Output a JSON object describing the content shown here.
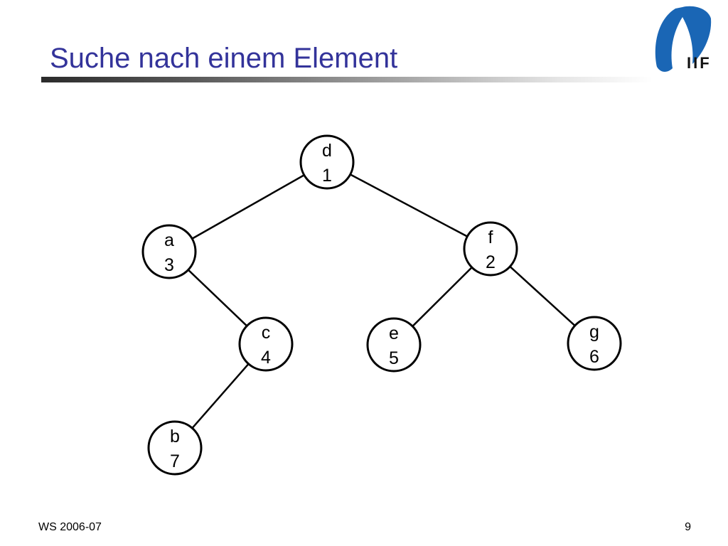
{
  "slide": {
    "title": "Suche nach einem Element",
    "logo_text": "IIF",
    "footer_left": "WS 2006-07",
    "page_number": "9"
  },
  "colors": {
    "title": "#33339a",
    "logo_blue": "#1a66b5",
    "node_stroke": "#000000"
  },
  "tree": {
    "nodes": [
      {
        "id": "d",
        "letter": "d",
        "number": "1"
      },
      {
        "id": "a",
        "letter": "a",
        "number": "3"
      },
      {
        "id": "f",
        "letter": "f",
        "number": "2"
      },
      {
        "id": "c",
        "letter": "c",
        "number": "4"
      },
      {
        "id": "e",
        "letter": "e",
        "number": "5"
      },
      {
        "id": "g",
        "letter": "g",
        "number": "6"
      },
      {
        "id": "b",
        "letter": "b",
        "number": "7"
      }
    ],
    "edges": [
      {
        "from": "d",
        "to": "a"
      },
      {
        "from": "d",
        "to": "f"
      },
      {
        "from": "a",
        "to": "c"
      },
      {
        "from": "f",
        "to": "e"
      },
      {
        "from": "f",
        "to": "g"
      },
      {
        "from": "c",
        "to": "b"
      }
    ]
  }
}
